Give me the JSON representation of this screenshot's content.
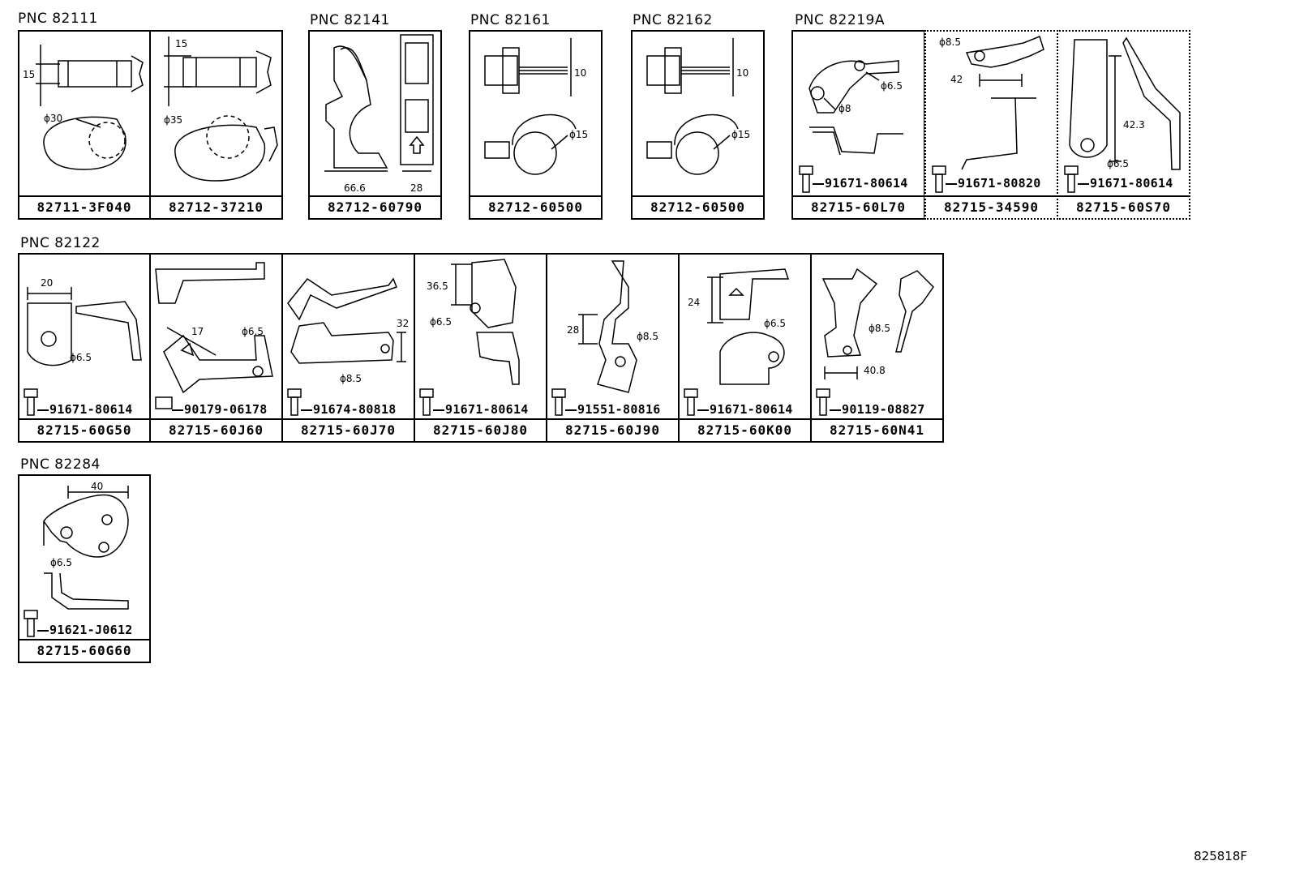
{
  "pnc": {
    "g1": "PNC 82111",
    "g2": "PNC 82141",
    "g3": "PNC 82161",
    "g4": "PNC 82162",
    "g5": "PNC 82219A",
    "g6": "PNC 82122",
    "g7": "PNC 82284"
  },
  "parts": {
    "p1": {
      "pn": "82711-3F040",
      "dims": [
        "15",
        "ϕ30"
      ]
    },
    "p2": {
      "pn": "82712-37210",
      "dims": [
        "15",
        "ϕ35"
      ]
    },
    "p3": {
      "pn": "82712-60790",
      "dims": [
        "66.6",
        "28"
      ]
    },
    "p4": {
      "pn": "82712-60500",
      "dims": [
        "10",
        "ϕ15"
      ]
    },
    "p5": {
      "pn": "82712-60500",
      "dims": [
        "10",
        "ϕ15"
      ]
    },
    "p6": {
      "pn": "82715-60L70",
      "dims": [
        "ϕ6.5",
        "ϕ8"
      ],
      "bolt": "91671-80614"
    },
    "p7": {
      "pn": "82715-34590",
      "dims": [
        "ϕ8.5",
        "42"
      ],
      "bolt": "91671-80820"
    },
    "p8": {
      "pn": "82715-60S70",
      "dims": [
        "42.3",
        "ϕ6.5"
      ],
      "bolt": "91671-80614"
    },
    "p9": {
      "pn": "82715-60G50",
      "dims": [
        "20",
        "ϕ6.5"
      ],
      "bolt": "91671-80614"
    },
    "p10": {
      "pn": "82715-60J60",
      "dims": [
        "17",
        "ϕ6.5"
      ],
      "bolt": "90179-06178"
    },
    "p11": {
      "pn": "82715-60J70",
      "dims": [
        "32",
        "ϕ8.5"
      ],
      "bolt": "91674-80818"
    },
    "p12": {
      "pn": "82715-60J80",
      "dims": [
        "36.5",
        "ϕ6.5"
      ],
      "bolt": "91671-80614"
    },
    "p13": {
      "pn": "82715-60J90",
      "dims": [
        "28",
        "ϕ8.5"
      ],
      "bolt": "91551-80816"
    },
    "p14": {
      "pn": "82715-60K00",
      "dims": [
        "24",
        "ϕ6.5"
      ],
      "bolt": "91671-80614"
    },
    "p15": {
      "pn": "82715-60N41",
      "dims": [
        "ϕ8.5",
        "40.8"
      ],
      "bolt": "90119-08827"
    },
    "p16": {
      "pn": "82715-60G60",
      "dims": [
        "40",
        "ϕ6.5"
      ],
      "bolt": "91621-J0612"
    }
  },
  "figure_ref": "825818F"
}
